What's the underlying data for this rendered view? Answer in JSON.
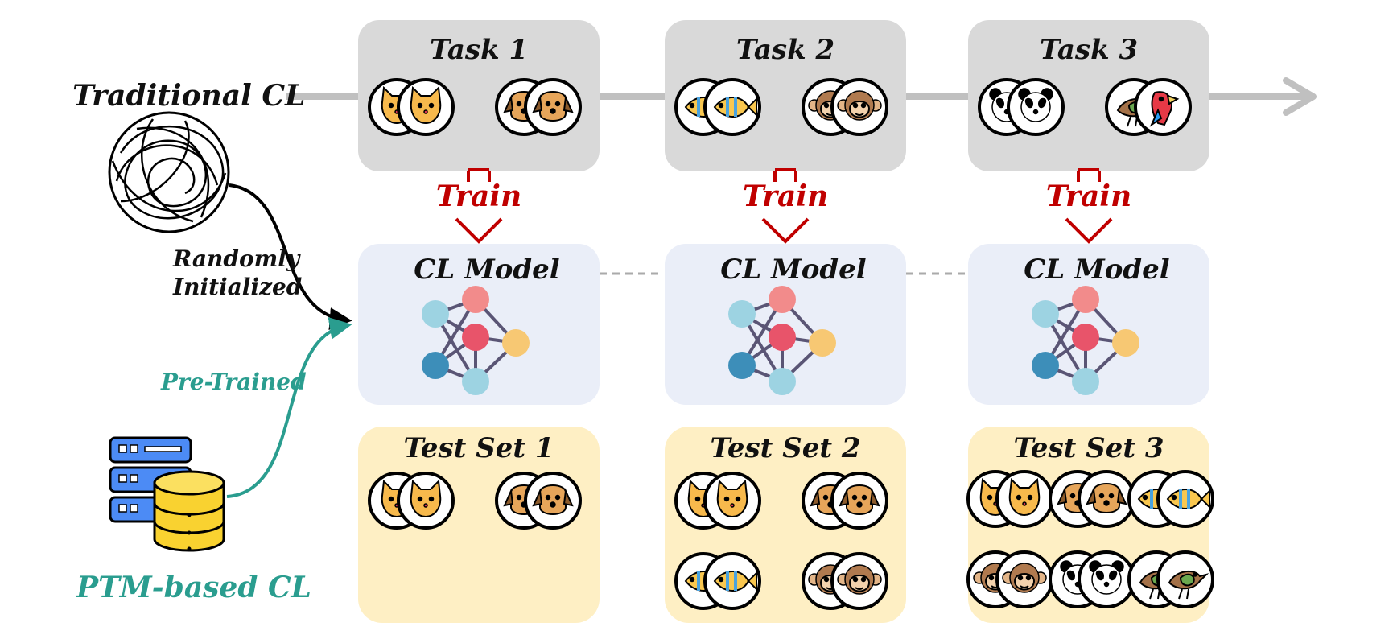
{
  "labels": {
    "traditional_cl": "Traditional CL",
    "randomly_line1": "Randomly",
    "randomly_line2": "Initialized",
    "pre_trained": "Pre-Trained",
    "ptm_based_cl": "PTM-based CL"
  },
  "colors": {
    "task_box": "#d9d9d9",
    "model_box": "#eaeef8",
    "test_box": "#feefc4",
    "train_arrow": "#c00000",
    "timeline": "#c0c0c0",
    "pretrained_teal": "#2a9d8f",
    "node_pink": "#f28b8b",
    "node_red": "#e8546a",
    "node_lightblue": "#9dd3e2",
    "node_darkblue": "#3d8eb9",
    "node_yellow": "#f7c873",
    "edge": "#5a5575"
  },
  "tasks": [
    {
      "title": "Task 1",
      "train_label": "Train",
      "model_label": "CL Model",
      "test_title": "Test Set 1",
      "task_icons": [
        [
          "cat-icon",
          "cat-icon"
        ],
        [
          "dog-icon",
          "dog-icon"
        ]
      ],
      "test_icons": [
        [
          "cat-icon",
          "cat-icon"
        ],
        [
          "dog-icon",
          "dog-icon"
        ]
      ]
    },
    {
      "title": "Task 2",
      "train_label": "Train",
      "model_label": "CL Model",
      "test_title": "Test Set 2",
      "task_icons": [
        [
          "fish-icon",
          "fish-icon"
        ],
        [
          "monkey-icon",
          "monkey-icon"
        ]
      ],
      "test_icons": [
        [
          "cat-icon",
          "cat-icon"
        ],
        [
          "dog-icon",
          "dog-icon"
        ],
        [
          "fish-icon",
          "fish-icon"
        ],
        [
          "monkey-icon",
          "monkey-icon"
        ]
      ]
    },
    {
      "title": "Task 3",
      "train_label": "Train",
      "model_label": "CL Model",
      "test_title": "Test Set 3",
      "task_icons": [
        [
          "panda-icon",
          "panda-icon"
        ],
        [
          "bird-icon",
          "parrot-icon"
        ]
      ],
      "test_icons": [
        [
          "cat-icon",
          "cat-icon"
        ],
        [
          "dog-icon",
          "dog-icon"
        ],
        [
          "fish-icon",
          "fish-icon"
        ],
        [
          "monkey-icon",
          "monkey-icon"
        ],
        [
          "panda-icon",
          "panda-icon"
        ],
        [
          "bird-icon",
          "bird-icon"
        ]
      ]
    }
  ]
}
